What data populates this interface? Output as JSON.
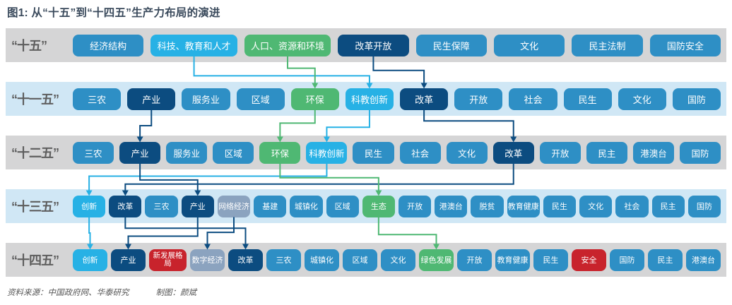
{
  "title": "图1: 从“十五”到“十四五”生产力布局的演进",
  "footer": {
    "source": "资料来源：中国政府网、华泰研究",
    "credit": "制图：颜斌"
  },
  "colors": {
    "blue": "#2E8FC5",
    "dark": "#0C4C80",
    "cyan": "#27B1E5",
    "green": "#4FB873",
    "grayblue": "#8BA3BF",
    "red": "#C8232C",
    "band_gray": "#D5D5D6",
    "band_blue": "#D0E7F5"
  },
  "rows": [
    {
      "label": "“十五”",
      "boxes": [
        {
          "text": "经济结构",
          "color": "blue"
        },
        {
          "text": "科技、教育和人才",
          "color": "cyan",
          "wide": true
        },
        {
          "text": "人口、资源和环境",
          "color": "green",
          "wide": true
        },
        {
          "text": "改革开放",
          "color": "dark"
        },
        {
          "text": "民生保障",
          "color": "blue"
        },
        {
          "text": "文化",
          "color": "blue"
        },
        {
          "text": "民主法制",
          "color": "blue"
        },
        {
          "text": "国防安全",
          "color": "blue"
        }
      ]
    },
    {
      "label": "“十一五”",
      "boxes": [
        {
          "text": "三农",
          "color": "blue"
        },
        {
          "text": "产业",
          "color": "dark"
        },
        {
          "text": "服务业",
          "color": "blue"
        },
        {
          "text": "区域",
          "color": "blue"
        },
        {
          "text": "环保",
          "color": "green"
        },
        {
          "text": "科教创新",
          "color": "cyan"
        },
        {
          "text": "改革",
          "color": "dark"
        },
        {
          "text": "开放",
          "color": "blue"
        },
        {
          "text": "社会",
          "color": "blue"
        },
        {
          "text": "民生",
          "color": "blue"
        },
        {
          "text": "文化",
          "color": "blue"
        },
        {
          "text": "国防",
          "color": "blue"
        }
      ]
    },
    {
      "label": "“十二五”",
      "boxes": [
        {
          "text": "三农",
          "color": "blue"
        },
        {
          "text": "产业",
          "color": "dark"
        },
        {
          "text": "服务业",
          "color": "blue"
        },
        {
          "text": "区域",
          "color": "blue"
        },
        {
          "text": "环保",
          "color": "green"
        },
        {
          "text": "科教创新",
          "color": "cyan"
        },
        {
          "text": "民生",
          "color": "blue"
        },
        {
          "text": "社会",
          "color": "blue"
        },
        {
          "text": "文化",
          "color": "blue"
        },
        {
          "text": "改革",
          "color": "dark"
        },
        {
          "text": "开放",
          "color": "blue"
        },
        {
          "text": "民主",
          "color": "blue"
        },
        {
          "text": "港澳台",
          "color": "blue"
        },
        {
          "text": "国防",
          "color": "blue"
        }
      ]
    },
    {
      "label": "“十三五”",
      "boxes": [
        {
          "text": "创新",
          "color": "cyan"
        },
        {
          "text": "改革",
          "color": "dark"
        },
        {
          "text": "三农",
          "color": "blue"
        },
        {
          "text": "产业",
          "color": "dark"
        },
        {
          "text": "网络经济",
          "color": "grayblue"
        },
        {
          "text": "基建",
          "color": "blue"
        },
        {
          "text": "城镇化",
          "color": "blue"
        },
        {
          "text": "区域",
          "color": "blue"
        },
        {
          "text": "生态",
          "color": "green"
        },
        {
          "text": "开放",
          "color": "blue"
        },
        {
          "text": "港澳台",
          "color": "blue"
        },
        {
          "text": "脱贫",
          "color": "blue"
        },
        {
          "text": "教育健康",
          "color": "blue"
        },
        {
          "text": "民生",
          "color": "blue"
        },
        {
          "text": "文化",
          "color": "blue"
        },
        {
          "text": "社会",
          "color": "blue"
        },
        {
          "text": "民主",
          "color": "blue"
        },
        {
          "text": "国防",
          "color": "blue"
        }
      ]
    },
    {
      "label": "“十四五”",
      "boxes": [
        {
          "text": "创新",
          "color": "cyan"
        },
        {
          "text": "产业",
          "color": "dark"
        },
        {
          "text": "新发展格局",
          "color": "red",
          "wrap": true
        },
        {
          "text": "数字经济",
          "color": "grayblue"
        },
        {
          "text": "改革",
          "color": "dark"
        },
        {
          "text": "三农",
          "color": "blue"
        },
        {
          "text": "城镇化",
          "color": "blue"
        },
        {
          "text": "区域",
          "color": "blue"
        },
        {
          "text": "文化",
          "color": "blue"
        },
        {
          "text": "绿色发展",
          "color": "green"
        },
        {
          "text": "开放",
          "color": "blue"
        },
        {
          "text": "教育健康",
          "color": "blue"
        },
        {
          "text": "民生",
          "color": "blue"
        },
        {
          "text": "安全",
          "color": "red"
        },
        {
          "text": "国防",
          "color": "blue"
        },
        {
          "text": "民主",
          "color": "blue"
        },
        {
          "text": "港澳台",
          "color": "blue"
        }
      ]
    }
  ],
  "connections": [
    {
      "from": [
        0,
        1
      ],
      "to": [
        1,
        5
      ],
      "color": "cyan",
      "elbow": 0.62
    },
    {
      "from": [
        0,
        2
      ],
      "to": [
        1,
        4
      ],
      "color": "green",
      "elbow": 0.38
    },
    {
      "from": [
        0,
        3
      ],
      "to": [
        1,
        6
      ],
      "color": "dark",
      "elbow": 0.45
    },
    {
      "from": [
        1,
        1
      ],
      "to": [
        2,
        1
      ],
      "color": "dark",
      "elbow": 0.5
    },
    {
      "from": [
        1,
        4
      ],
      "to": [
        2,
        4
      ],
      "color": "green",
      "elbow": 0.42
    },
    {
      "from": [
        1,
        5
      ],
      "to": [
        2,
        5
      ],
      "color": "cyan",
      "elbow": 0.55
    },
    {
      "from": [
        1,
        6
      ],
      "to": [
        2,
        9
      ],
      "color": "dark",
      "elbow": 0.35
    },
    {
      "from": [
        2,
        5
      ],
      "to": [
        3,
        0
      ],
      "color": "cyan",
      "elbow": 0.4
    },
    {
      "from": [
        2,
        9
      ],
      "to": [
        3,
        1
      ],
      "color": "dark",
      "elbow": 0.65
    },
    {
      "from": [
        2,
        1
      ],
      "to": [
        3,
        3
      ],
      "color": "dark",
      "elbow": 0.52
    },
    {
      "from": [
        2,
        4
      ],
      "to": [
        3,
        8
      ],
      "color": "green",
      "elbow": 0.45
    },
    {
      "from": [
        3,
        0
      ],
      "to": [
        4,
        0
      ],
      "color": "cyan",
      "elbow": 0.5
    },
    {
      "from": [
        3,
        1
      ],
      "to": [
        4,
        4
      ],
      "color": "dark",
      "elbow": 0.35
    },
    {
      "from": [
        3,
        3
      ],
      "to": [
        4,
        1
      ],
      "color": "dark",
      "elbow": 0.6
    },
    {
      "from": [
        3,
        4
      ],
      "to": [
        4,
        3
      ],
      "color": "dark",
      "elbow": 0.48
    },
    {
      "from": [
        3,
        8
      ],
      "to": [
        4,
        9
      ],
      "color": "green",
      "elbow": 0.55
    }
  ]
}
